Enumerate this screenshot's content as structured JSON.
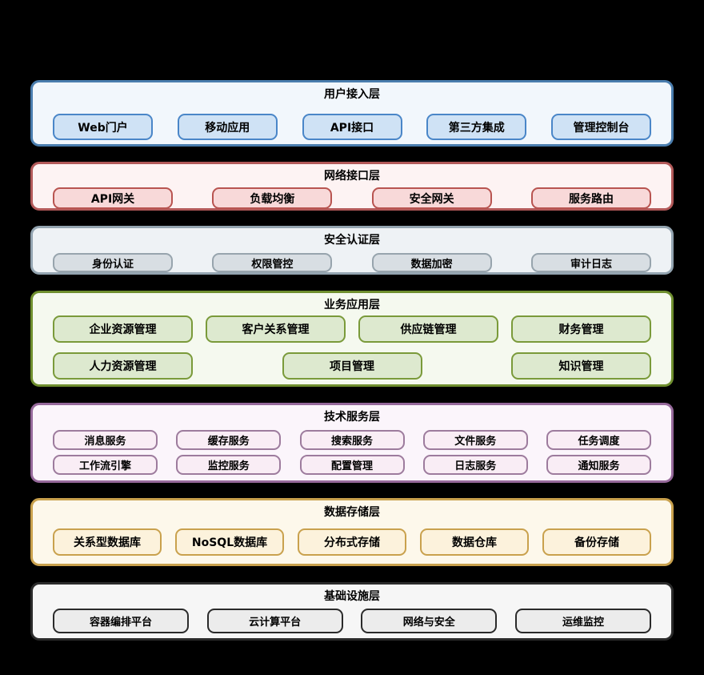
{
  "diagram": {
    "background_color": "#000000",
    "text_color": "#000000",
    "layers": [
      {
        "title": "用户接入层",
        "colors": {
          "border": "#4a7dae",
          "fill": "#f2f7fc",
          "box_border": "#4a86c8",
          "box_fill": "#cfe2f5"
        },
        "rows": [
          [
            "Web门户",
            "移动应用",
            "API接口",
            "第三方集成",
            "管理控制台"
          ]
        ]
      },
      {
        "title": "网络接口层",
        "colors": {
          "border": "#b25959",
          "fill": "#fdf3f3",
          "box_border": "#b85450",
          "box_fill": "#f8d9d9"
        },
        "rows": [
          [
            "API网关",
            "负载均衡",
            "安全网关",
            "服务路由"
          ]
        ]
      },
      {
        "title": "安全认证层",
        "colors": {
          "border": "#93a4b0",
          "fill": "#eef2f5",
          "box_border": "#97a4ad",
          "box_fill": "#d8dee3"
        },
        "rows": [
          [
            "身份认证",
            "权限管控",
            "数据加密",
            "审计日志"
          ]
        ]
      },
      {
        "title": "业务应用层",
        "colors": {
          "border": "#6f8f2f",
          "fill": "#f5f9ef",
          "box_border": "#7a9a3a",
          "box_fill": "#dde9cf"
        },
        "rows": [
          [
            "企业资源管理",
            "客户关系管理",
            "供应链管理",
            "财务管理"
          ],
          [
            "人力资源管理",
            "项目管理",
            "知识管理"
          ]
        ]
      },
      {
        "title": "技术服务层",
        "colors": {
          "border": "#96699b",
          "fill": "#fbf5fb",
          "box_border": "#9d7b9d",
          "box_fill": "#f9edf5"
        },
        "rows": [
          [
            "消息服务",
            "缓存服务",
            "搜索服务",
            "文件服务",
            "任务调度"
          ],
          [
            "工作流引擎",
            "监控服务",
            "配置管理",
            "日志服务",
            "通知服务"
          ]
        ]
      },
      {
        "title": "数据存储层",
        "colors": {
          "border": "#c9a14d",
          "fill": "#fdf8eb",
          "box_border": "#c9a14d",
          "box_fill": "#fcf2dc"
        },
        "rows": [
          [
            "关系型数据库",
            "NoSQL数据库",
            "分布式存储",
            "数据仓库",
            "备份存储"
          ]
        ]
      },
      {
        "title": "基础设施层",
        "colors": {
          "border": "#2b2b2b",
          "fill": "#f6f6f6",
          "box_border": "#2b2b2b",
          "box_fill": "#ececec"
        },
        "rows": [
          [
            "容器编排平台",
            "云计算平台",
            "网络与安全",
            "运维监控"
          ]
        ]
      }
    ]
  }
}
